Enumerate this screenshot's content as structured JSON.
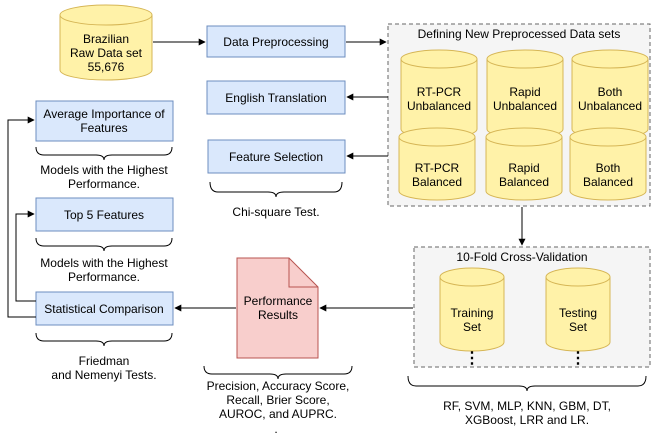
{
  "raw_data": {
    "line1": "Brazilian",
    "line2": "Raw Data set",
    "line3": "55,676"
  },
  "steps": {
    "preprocessing": "Data Preprocessing",
    "translation": "English Translation",
    "feature_selection": "Feature Selection"
  },
  "feature_selection_note": "Chi-square Test.",
  "preprocessed": {
    "title": "Defining New Preprocessed Data sets",
    "datasets": [
      {
        "line1": "RT-PCR",
        "line2": "Unbalanced"
      },
      {
        "line1": "Rapid",
        "line2": "Unbalanced"
      },
      {
        "line1": "Both",
        "line2": "Unbalanced"
      },
      {
        "line1": "RT-PCR",
        "line2": "Balanced"
      },
      {
        "line1": "Rapid",
        "line2": "Balanced"
      },
      {
        "line1": "Both",
        "line2": "Balanced"
      }
    ]
  },
  "cv": {
    "title": "10-Fold Cross-Validation",
    "training": {
      "line1": "Training",
      "line2": "Set"
    },
    "testing": {
      "line1": "Testing",
      "line2": "Set"
    },
    "dots": "⋮"
  },
  "models_note": {
    "line1": "RF, SVM, MLP, KNN, GBM, DT,",
    "line2": "XGBoost, LRR and LR."
  },
  "performance": {
    "line1": "Performance",
    "line2": "Results",
    "metrics": [
      "Precision, Accuracy Score,",
      "Recall, Brier Score,",
      "AUROC, and AUPRC."
    ],
    "trailing_dot": "."
  },
  "left": {
    "avg_importance": {
      "line1": "Average Importance of",
      "line2": "Features"
    },
    "avg_importance_note": {
      "line1": "Models with the Highest",
      "line2": "Performance."
    },
    "top5": "Top 5 Features",
    "top5_note": {
      "line1": "Models with the Highest",
      "line2": "Performance."
    },
    "stat_comparison": "Statistical Comparison",
    "stat_note": {
      "line1": "Friedman",
      "line2": "and Nemenyi Tests."
    }
  },
  "colors": {
    "cylinder_fill": "#fff2a8",
    "cylinder_stroke": "#d6b656",
    "box_fill": "#dae8fc",
    "box_stroke": "#6c8ebf",
    "doc_fill": "#f8cecc",
    "doc_stroke": "#b85450",
    "container_fill": "#f5f5f5",
    "container_stroke": "#666666"
  }
}
